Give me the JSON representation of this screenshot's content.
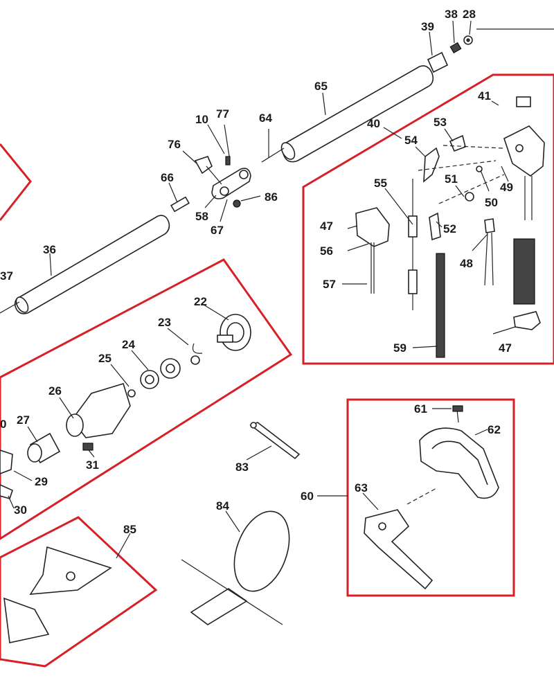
{
  "labels": {
    "p10": "10",
    "p22": "22",
    "p23": "23",
    "p24": "24",
    "p25": "25",
    "p26": "26",
    "p27": "27",
    "p28": "28",
    "p29": "29",
    "p30": "30",
    "p31": "31",
    "p36": "36",
    "p37": "37",
    "p38": "38",
    "p39": "39",
    "p40": "40",
    "p41": "41",
    "p47a": "47",
    "p47b": "47",
    "p48": "48",
    "p49": "49",
    "p50": "50",
    "p51": "51",
    "p52": "52",
    "p53": "53",
    "p54": "54",
    "p55": "55",
    "p56": "56",
    "p57": "57",
    "p58": "58",
    "p59": "59",
    "p60": "60",
    "p61": "61",
    "p62": "62",
    "p63": "63",
    "p64": "64",
    "p65": "65",
    "p66": "66",
    "p67": "67",
    "p76": "76",
    "p77": "77",
    "p83": "83",
    "p84": "84",
    "p85": "85",
    "p86": "86",
    "p20": "0"
  },
  "colors": {
    "group_outline": "#d81f26",
    "line": "#222222",
    "label": "#1a1a1a"
  }
}
